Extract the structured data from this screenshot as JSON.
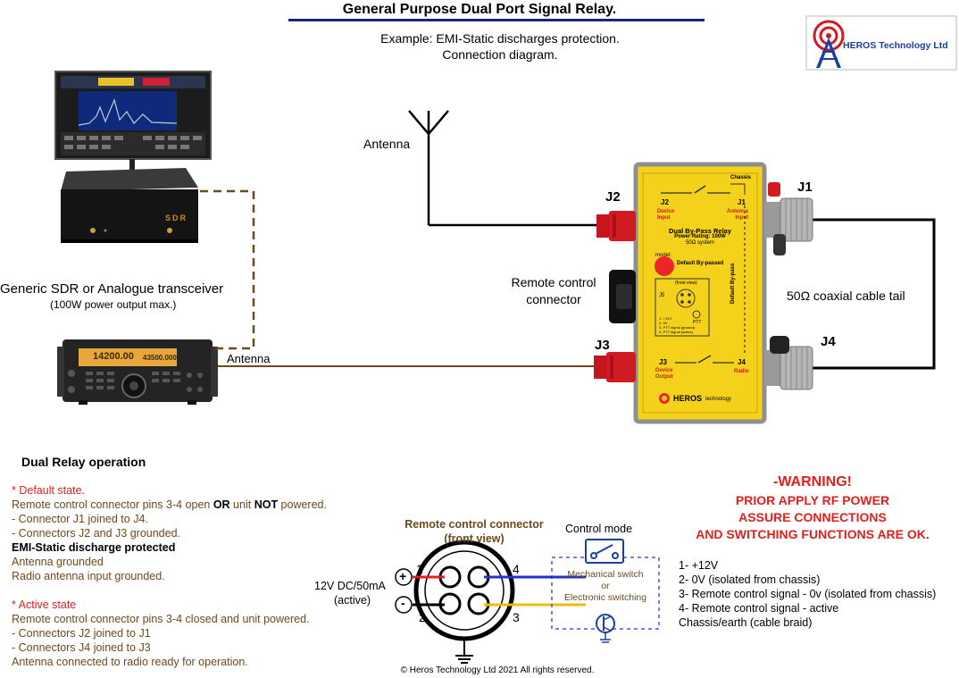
{
  "title": "General Purpose Dual Port Signal Relay.",
  "subtitle_lines": [
    "Example: EMI-Static discharges protection.",
    "Connection diagram."
  ],
  "logo": {
    "text": "HEROS Technology Ltd"
  },
  "left": {
    "sdr_label": "SDR",
    "transceiver_label": "Generic SDR or Analogue transceiver",
    "transceiver_sublabel": "(100W power output max.)",
    "transceiver_display_left": "14200.00",
    "transceiver_display_right": "43500.000",
    "radio_antenna_label": "Antenna"
  },
  "antenna_label": "Antenna",
  "remote_control_label_lines": [
    "Remote control",
    "connector"
  ],
  "coax_label": "50Ω coaxial cable tail",
  "connectors": {
    "j1": "J1",
    "j2": "J2",
    "j3": "J3",
    "j4": "J4"
  },
  "relay_box": {
    "top_j2": "J2",
    "top_j1": "J1",
    "chassis": "Chassis",
    "device_input": "Device\nInput",
    "antenna_input": "Antenna\nInput",
    "name": "Dual By-Pass Relay",
    "power_rating": "Power Rating: 100W",
    "system": "50Ω system",
    "model": "model:",
    "default_bypassed": "Default By-passed",
    "default_bypass_vertical": "Default By-pass",
    "front_view": "(front view)",
    "j5": "J5",
    "ptt": "PTT",
    "pins_small": [
      "1- +12V",
      "2- 0V",
      "3- PTT signal (ground)",
      "4- PTT signal (active)"
    ],
    "bottom_j3": "J3",
    "bottom_j4": "J4",
    "device_output": "Device\nOutput",
    "radio": "Radio",
    "brand": "HEROS",
    "brand_suffix": "technology"
  },
  "operation": {
    "heading": "Dual Relay operation",
    "default_state": {
      "title": "* Default state.",
      "line1_pre": "Remote control connector pins 3-4 open ",
      "line1_or": "OR",
      "line1_mid": " unit ",
      "line1_not": "NOT",
      "line1_post": " powered.",
      "line2": "- Connector J1 joined to J4.",
      "line3": "- Connectors J2 and J3 grounded.",
      "line4": "EMI-Static discharge protected",
      "line5": "Antenna grounded",
      "line6": "Radio antenna input grounded."
    },
    "active_state": {
      "title": "* Active state",
      "line1": "Remote control connector pins 3-4 closed and unit powered.",
      "line2": "- Connectors J2 joined to J1",
      "line3": "- Connectors J4 joined to J3",
      "line4": "Antenna connected to radio ready for operation."
    }
  },
  "remote_connector": {
    "title_lines": [
      "Remote control connector",
      "(front view)"
    ],
    "supply_lines": [
      "12V DC/50mA",
      "(active)"
    ],
    "plus": "+",
    "minus": "-",
    "pins": [
      "1",
      "2",
      "3",
      "4"
    ]
  },
  "control_mode": {
    "title": "Control mode",
    "mechanical": "Mechanical switch",
    "or": "or",
    "electronic": "Electronic switching"
  },
  "warning": {
    "lines": [
      "-WARNING!",
      "PRIOR APPLY RF POWER",
      "ASSURE CONNECTIONS",
      "AND SWITCHING FUNCTIONS ARE OK."
    ]
  },
  "pinout": {
    "lines": [
      "1- +12V",
      "2- 0V (isolated from chassis)",
      "3- Remote control signal - 0v (isolated from chassis)",
      "4- Remote control signal - active",
      "Chassis/earth (cable braid)"
    ]
  },
  "copyright": "© Heros Technology Ltd 2021 All rights reserved.",
  "colors": {
    "title_underline": "#1a237e",
    "relay_yellow": "#f4d21c",
    "warning_red": "#e0201c",
    "brown_wire": "#6b4a1d",
    "pin_red": "#e0201c",
    "pin_blue": "#2233cc",
    "pin_yellow": "#f2b90c",
    "switch_blue": "#1b3fa0"
  }
}
